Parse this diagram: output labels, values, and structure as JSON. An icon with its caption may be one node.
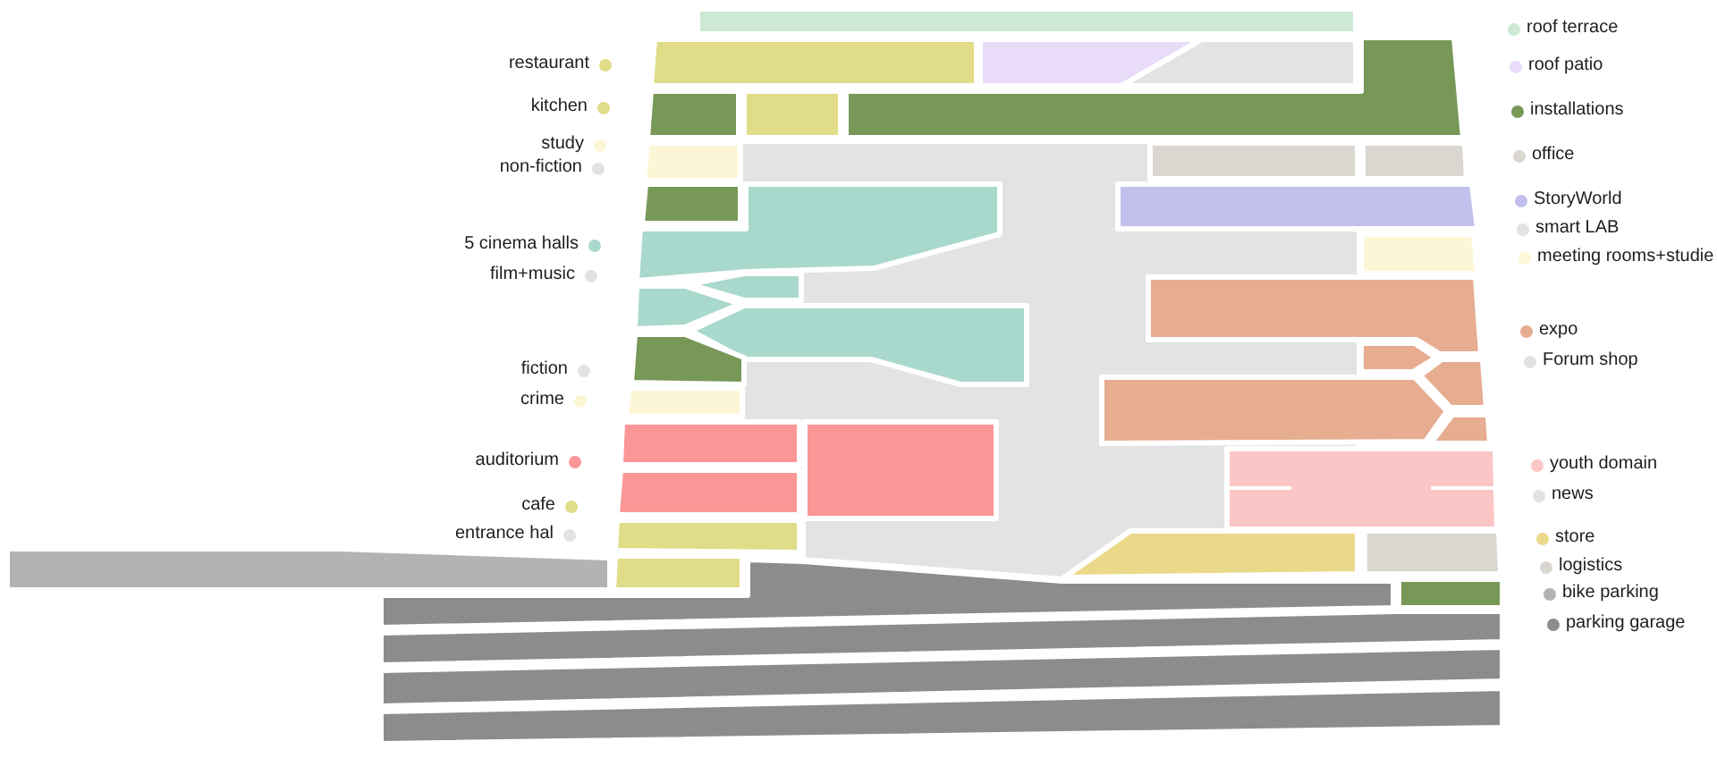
{
  "diagram": {
    "legend": [
      {
        "text": "restaurant",
        "color": "#e0dc88"
      },
      {
        "text": "kitchen",
        "color": "#e0dc88"
      },
      {
        "text": "study",
        "color": "#fdf6d6"
      },
      {
        "text": "non-fiction",
        "color": "#e2e2e2"
      },
      {
        "text": "5 cinema halls",
        "color": "#a9d8cc"
      },
      {
        "text": "film+music",
        "color": "#e2e2e2"
      },
      {
        "text": "fiction",
        "color": "#e2e2e2"
      },
      {
        "text": "crime",
        "color": "#fdf6d6"
      },
      {
        "text": "auditorium",
        "color": "#fb9696"
      },
      {
        "text": "cafe",
        "color": "#e0dc88"
      },
      {
        "text": "entrance hal",
        "color": "#e2e2e2"
      },
      {
        "text": "roof terrace",
        "color": "#cde9d3"
      },
      {
        "text": "roof patio",
        "color": "#e8dcf8"
      },
      {
        "text": "installations",
        "color": "#789858"
      },
      {
        "text": "office",
        "color": "#d9d7d0"
      },
      {
        "text": "StoryWorld",
        "color": "#c2c0ec"
      },
      {
        "text": "smart LAB",
        "color": "#e2e2e2"
      },
      {
        "text": "meeting rooms+studie",
        "color": "#fdf6d6"
      },
      {
        "text": "expo",
        "color": "#e6ad90"
      },
      {
        "text": "Forum shop",
        "color": "#e2e2e2"
      },
      {
        "text": "youth domain",
        "color": "#fcc6c6"
      },
      {
        "text": "news",
        "color": "#e2e2e2"
      },
      {
        "text": "store",
        "color": "#ebd98a"
      },
      {
        "text": "logistics",
        "color": "#d9d7d0"
      },
      {
        "text": "bike parking",
        "color": "#b3b3b3"
      },
      {
        "text": "parking garage",
        "color": "#8c8c8c"
      }
    ]
  }
}
